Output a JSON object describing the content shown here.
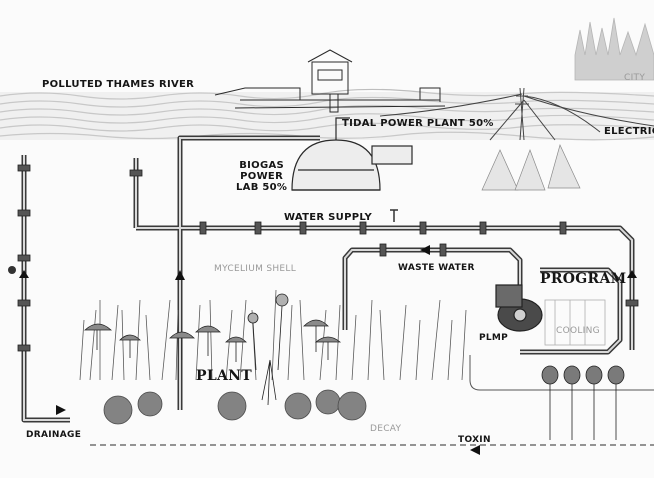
{
  "labels": {
    "river": "POLLUTED THAMES RIVER",
    "tidal": "TIDAL POWER PLANT 50%",
    "electric": "ELECTRIC",
    "city": "CITY",
    "biogas": "BIOGAS\nPOWER\nLAB 50%",
    "water_supply": "WATER SUPPLY",
    "mycelium": "MYCELIUM SHELL",
    "waste_water": "WASTE WATER",
    "program": "PROGRAM",
    "cooling": "COOLING",
    "pump": "PLMP",
    "plant": "PLANT",
    "decay": "DECAY",
    "toxin": "TOXIN",
    "drainage": "DRAINAGE"
  },
  "colors": {
    "ink": "#151515",
    "pipe": "#3a3a3a",
    "faint": "#9a9a9a",
    "water": "#c9c9c9"
  }
}
